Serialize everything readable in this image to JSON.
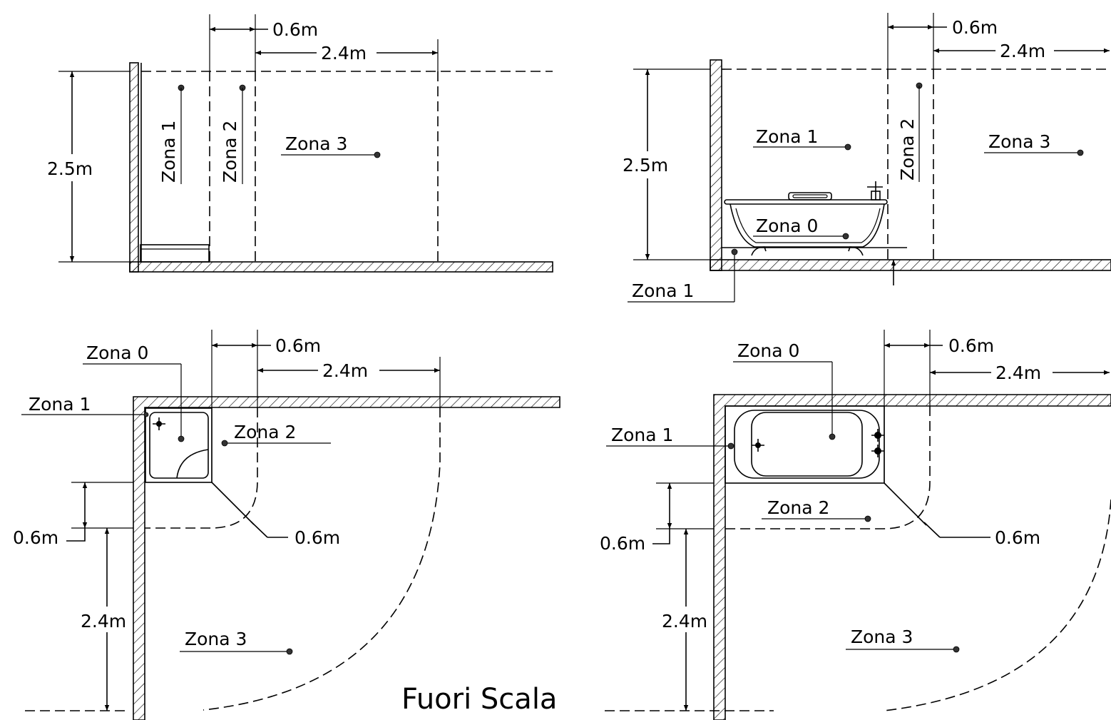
{
  "note": "Fuori Scala",
  "dims": {
    "d06": "0.6m",
    "d24": "2.4m",
    "d25": "2.5m"
  },
  "zones": {
    "z0": "Zona 0",
    "z1": "Zona 1",
    "z2": "Zona 2",
    "z3": "Zona 3"
  }
}
